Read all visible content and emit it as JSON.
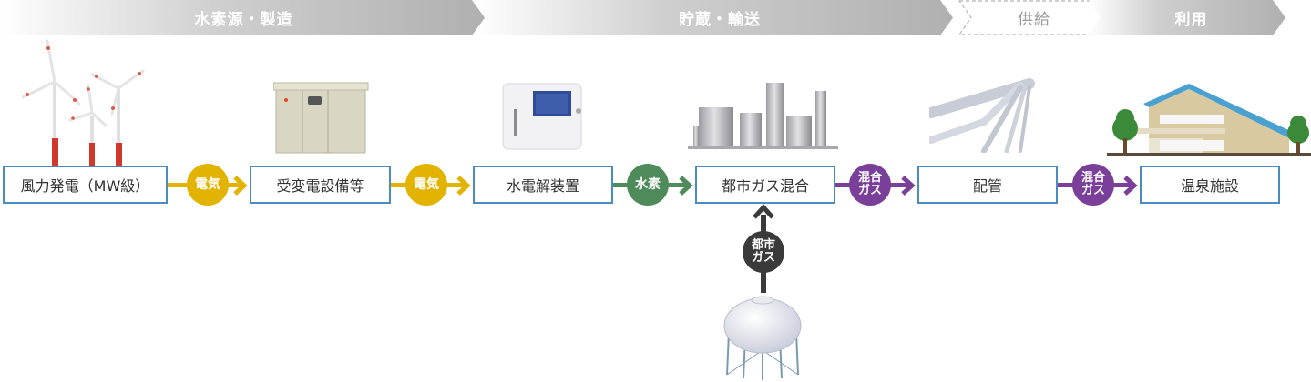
{
  "stages": [
    {
      "label": "水素源・製造",
      "style": "gradient"
    },
    {
      "label": "貯蔵・輸送",
      "style": "gradient"
    },
    {
      "label": "供給",
      "style": "dashed"
    },
    {
      "label": "利用",
      "style": "gradient"
    }
  ],
  "nodes": [
    {
      "label": "風力発電（MW級）",
      "image": "wind-turbines"
    },
    {
      "label": "受変電設備等",
      "image": "substation-cabinet"
    },
    {
      "label": "水電解装置",
      "image": "electrolyzer"
    },
    {
      "label": "都市ガス混合",
      "image": "gas-tanks"
    },
    {
      "label": "配管",
      "image": "pipes"
    },
    {
      "label": "温泉施設",
      "image": "hot-spring-building"
    }
  ],
  "connectors": [
    {
      "label": "電気",
      "color": "#e2b300"
    },
    {
      "label": "電気",
      "color": "#e2b300"
    },
    {
      "label": "水素",
      "color": "#4e8a5a"
    },
    {
      "label_line1": "混合",
      "label_line2": "ガス",
      "color": "#7a3f98"
    },
    {
      "label_line1": "混合",
      "label_line2": "ガス",
      "color": "#7a3f98"
    }
  ],
  "input_connector": {
    "label_line1": "都市",
    "label_line2": "ガス",
    "color": "#3a3a3a",
    "source_image": "spherical-gas-holder"
  },
  "colors": {
    "box_border": "#4a8bc0",
    "banner_dark": "#b3b3b3",
    "banner_light": "#f2f2f2"
  }
}
